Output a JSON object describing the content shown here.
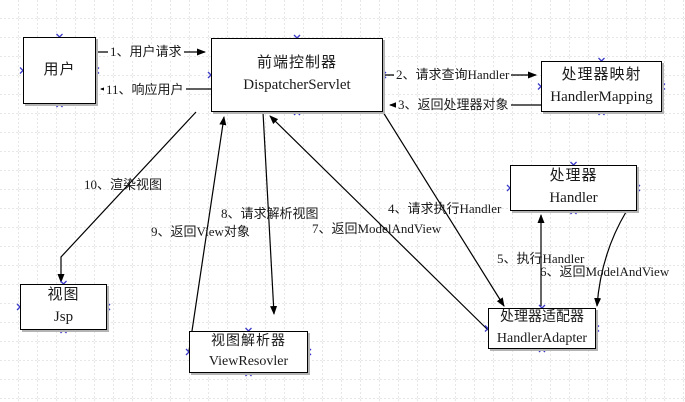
{
  "diagram": {
    "title": "Spring MVC DispatcherServlet flow",
    "nodes": {
      "user": {
        "title": "用户",
        "subtitle": ""
      },
      "dispatcher": {
        "title": "前端控制器",
        "subtitle": "DispatcherServlet"
      },
      "handler_mapping": {
        "title": "处理器映射",
        "subtitle": "HandlerMapping"
      },
      "handler": {
        "title": "处理器",
        "subtitle": "Handler"
      },
      "handler_adapter": {
        "title": "处理器适配器",
        "subtitle": "HandlerAdapter"
      },
      "view_resolver": {
        "title": "视图解析器",
        "subtitle": "ViewResovler"
      },
      "jsp": {
        "title": "视图",
        "subtitle": "Jsp"
      }
    },
    "edges": {
      "e1": {
        "label": "1、用户请求"
      },
      "e2": {
        "label": "2、请求查询Handler"
      },
      "e3": {
        "label": "3、返回处理器对象"
      },
      "e4": {
        "label": "4、请求执行Handler"
      },
      "e5": {
        "label": "5、执行Handler"
      },
      "e6": {
        "label": "6、返回ModelAndView"
      },
      "e7": {
        "label": "7、返回ModelAndView"
      },
      "e8": {
        "label": "8、请求解析视图"
      },
      "e9": {
        "label": "9、返回View对象"
      },
      "e10": {
        "label": "10、渲染视图"
      },
      "e11": {
        "label": "11、响应用户"
      }
    },
    "icons": {
      "connection_point": "blue-x-cross",
      "arrowhead": "filled-black-triangle"
    },
    "colors": {
      "line": "#000000",
      "connection_marker": "#3a3ac8",
      "grid": "#cfcfcf",
      "box_border": "#000000",
      "box_shadow": "#b4b4b4",
      "background": "#ffffff"
    }
  }
}
